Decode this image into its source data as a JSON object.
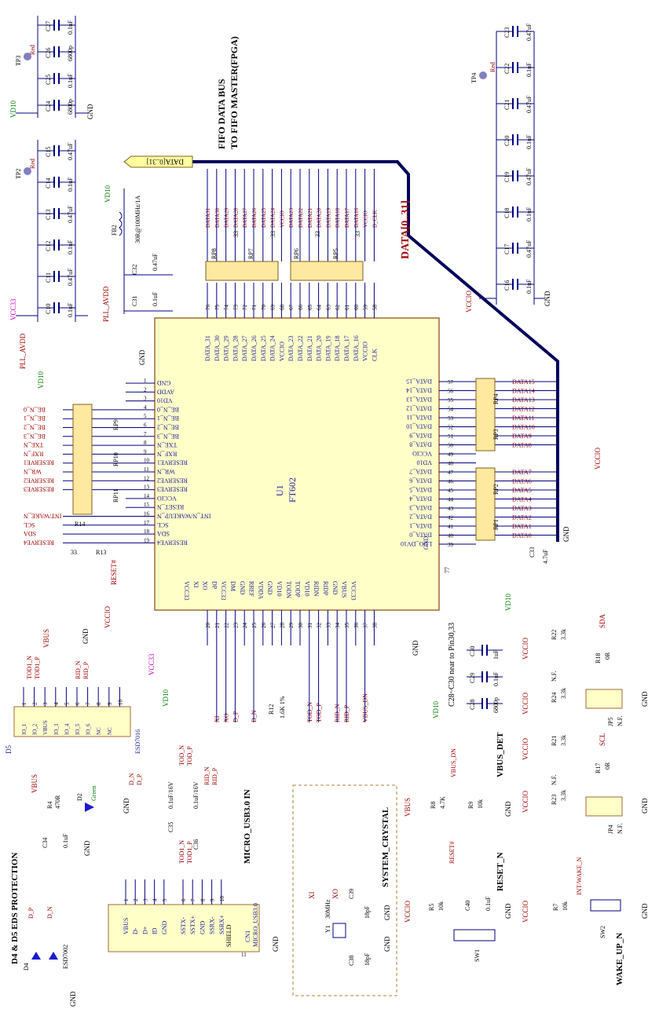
{
  "colors": {
    "chip_fill": "#ffffc8",
    "chip_stroke": "#a06a3a",
    "wire": "#000080",
    "bus": "#00005a",
    "red_text": "#a00000",
    "blue_text": "#1a1a9a",
    "pwr_vccio": "#c00000",
    "pwr_vd10": "#00a000",
    "pwr_vcc33": "#c000c0",
    "res_pack": "#ffe9a0"
  },
  "sections": {
    "fifo_bus_line1": "FIFO DATA BUS",
    "fifo_bus_line2": "TO FIFO MASTER(FPGA)",
    "protection": "D4 & D5 EDS PROTECTION",
    "micro_usb": "MICRO_USB3.0 IN",
    "system_crystal": "SYSTEM_CRYSTAL",
    "vbus_det": "VBUS_DET",
    "reset_n": "RESET_N",
    "wake_up_n": "WAKE_UP_N",
    "c28_note": "C28~C30 near to Pin30,33"
  },
  "main_chip": {
    "ref": "U1",
    "part": "FT602"
  },
  "bus_label": "DATA[0..31]",
  "bus_port": "DATA[0..31]",
  "power": {
    "vccio": "VCCIO",
    "vd10": "VD10",
    "vcc33": "VCC33",
    "pll_avdd": "PLL_AVDD",
    "vbus": "VBUS",
    "gnd": "GND"
  },
  "top_pins": {
    "numbers": [
      "76",
      "75",
      "74",
      "73",
      "72",
      "71",
      "70",
      "69",
      "68",
      "67",
      "66",
      "65",
      "64",
      "63",
      "62",
      "61",
      "60",
      "59",
      "58"
    ],
    "names": [
      "DATA_31",
      "DATA_30",
      "DATA_29",
      "DATA_28",
      "DATA_27",
      "DATA_26",
      "DATA_25",
      "DATA_24",
      "VCCIO",
      "DATA_23",
      "DATA_22",
      "DATA_21",
      "DATA_20",
      "DATA_19",
      "DATA_18",
      "DATA_17",
      "DATA_16",
      "VCCIO",
      "CLK"
    ],
    "nets": [
      "DATA31",
      "DATA30",
      "DATA29",
      "DATA28",
      "DATA27",
      "DATA26",
      "DATA25",
      "DATA24",
      "VCCIO",
      "DATA23",
      "DATA22",
      "DATA21",
      "DATA20",
      "DATA19",
      "DATA18",
      "DATA17",
      "DATA16",
      "VCCIO",
      "D_CLK"
    ]
  },
  "left_pins": {
    "numbers": [
      "1",
      "2",
      "3",
      "4",
      "5",
      "6",
      "7",
      "8",
      "9",
      "10",
      "11",
      "12",
      "13",
      "14",
      "15",
      "16",
      "17",
      "18",
      "19"
    ],
    "names": [
      "GND",
      "AVDD",
      "VD10",
      "BE_N_0",
      "BE_N_1",
      "BE_N_2",
      "BE_N_3",
      "TXE_N",
      "RXF_N",
      "RESERVE1",
      "WR_N",
      "RESERVE2",
      "RESERVE3",
      "VCCIO",
      "RESET_N",
      "INT_N/WAKEUP_N",
      "SCL",
      "SDA",
      "RESERVE4"
    ],
    "nets": [
      "",
      "",
      "",
      "BE_N_0",
      "BE_N_1",
      "BE_N_2",
      "BE_N_3",
      "TXE_N",
      "RXF_N",
      "RESERVE1",
      "WR_N",
      "RESERVE2",
      "RESERVE3",
      "",
      "",
      "INT/WAKE_N",
      "SCL",
      "SDA",
      "RESERVE4"
    ]
  },
  "right_pins": {
    "numbers": [
      "57",
      "56",
      "55",
      "54",
      "53",
      "52",
      "51",
      "50",
      "49",
      "48",
      "47",
      "46",
      "45",
      "44",
      "43",
      "42",
      "41",
      "40",
      "39"
    ],
    "names": [
      "DATA_15",
      "DATA_14",
      "DATA_13",
      "DATA_12",
      "DATA_11",
      "DATA_10",
      "DATA_9",
      "DATA_8",
      "VCCIO",
      "VD10",
      "DATA_7",
      "DATA_6",
      "DATA_5",
      "DATA_4",
      "DATA_3",
      "DATA_2",
      "DATA_1",
      "DATA_0",
      "LDO_DV10"
    ],
    "nets": [
      "DATA15",
      "DATA14",
      "DATA13",
      "DATA12",
      "DATA11",
      "DATA10",
      "DATA9",
      "DATA8",
      "",
      "",
      "DATA7",
      "DATA6",
      "DATA5",
      "DATA4",
      "DATA3",
      "DATA2",
      "DATA1",
      "DATA0",
      ""
    ],
    "gnd_pin": "77",
    "gnd_name": "GND"
  },
  "bottom_pins": {
    "numbers": [
      "20",
      "21",
      "22",
      "23",
      "24",
      "25",
      "26",
      "27",
      "28",
      "29",
      "30",
      "31",
      "32",
      "33",
      "34",
      "35",
      "36",
      "37",
      "38"
    ],
    "names": [
      "VCC33",
      "XI",
      "XO",
      "DP",
      "VCC33",
      "DM",
      "GND",
      "RREF",
      "VDDA",
      "GND",
      "VD10",
      "TODN",
      "TODP",
      "VD10",
      "RIDN",
      "RIDP",
      "GND",
      "VBUS",
      "VCC33"
    ],
    "nets": [
      "",
      "XI",
      "XO",
      "D_P",
      "",
      "D_N",
      "",
      "",
      "",
      "",
      "",
      "TOD_N",
      "TOD_P",
      "",
      "RID_N",
      "RID_P",
      "",
      "VBUS_DN",
      ""
    ]
  },
  "res_packs": [
    {
      "ref": "RP8",
      "val": "33"
    },
    {
      "ref": "RP7",
      "val": "33"
    },
    {
      "ref": "RP6",
      "val": "33"
    },
    {
      "ref": "RP5",
      "val": "33"
    },
    {
      "ref": "RP4",
      "val": "33"
    },
    {
      "ref": "RP3",
      "val": "33"
    },
    {
      "ref": "RP2",
      "val": "33"
    },
    {
      "ref": "RP1",
      "val": "33"
    },
    {
      "ref": "RP9",
      "val": "33"
    },
    {
      "ref": "RP10",
      "val": "33"
    },
    {
      "ref": "RP11",
      "val": "33"
    }
  ],
  "caps_left_top": [
    {
      "ref": "C27",
      "val": "0.1uF"
    },
    {
      "ref": "C26",
      "val": "6800p"
    },
    {
      "ref": "C25",
      "val": "0.1uF"
    },
    {
      "ref": "C24",
      "val": "6800p"
    }
  ],
  "caps_left_mid": [
    {
      "ref": "C15",
      "val": "0.47uF"
    },
    {
      "ref": "C14",
      "val": "0.1uF"
    },
    {
      "ref": "C13",
      "val": "0.47uF"
    },
    {
      "ref": "C12",
      "val": "0.1uF"
    },
    {
      "ref": "C11",
      "val": "0.47uF"
    },
    {
      "ref": "C10",
      "val": "0.1uF"
    }
  ],
  "caps_right_top": [
    {
      "ref": "C23",
      "val": "0.47uF"
    },
    {
      "ref": "C22",
      "val": "0.1uF"
    },
    {
      "ref": "C21",
      "val": "0.47uF"
    },
    {
      "ref": "C20",
      "val": "0.1uF"
    },
    {
      "ref": "C19",
      "val": "0.47uF"
    },
    {
      "ref": "C18",
      "val": "0.1uF"
    },
    {
      "ref": "C17",
      "val": "0.47uF"
    },
    {
      "ref": "C16",
      "val": "0.1uF"
    }
  ],
  "test_points": [
    {
      "ref": "TP3",
      "val": "Red"
    },
    {
      "ref": "TP2",
      "val": "Red"
    },
    {
      "ref": "TP4",
      "val": "Red"
    }
  ],
  "pll": {
    "fb_ref": "FB2",
    "fb_val": "30R@100MHz/1A",
    "c32": "C32",
    "c32_val": "0.47uF",
    "c31": "C31",
    "c31_val": "0.1uF"
  },
  "misc_res": [
    {
      "ref": "R14",
      "val": "33"
    },
    {
      "ref": "R13",
      "val": "33"
    },
    {
      "ref": "R12",
      "val": "1.6K 1%"
    },
    {
      "ref": "R4",
      "val": "470R"
    },
    {
      "ref": "R8",
      "val": "4.7K"
    },
    {
      "ref": "R9",
      "val": "10k"
    },
    {
      "ref": "R5",
      "val": "10k"
    },
    {
      "ref": "R7",
      "val": "10k"
    },
    {
      "ref": "R22",
      "val": "3.3k"
    },
    {
      "ref": "R24",
      "val": "3.3k"
    },
    {
      "ref": "R18",
      "val": "0R"
    },
    {
      "ref": "R21",
      "val": "3.3k"
    },
    {
      "ref": "R23",
      "val": "3.3k"
    },
    {
      "ref": "R17",
      "val": "0R"
    }
  ],
  "nf": "N.F.",
  "c33": {
    "ref": "C33",
    "val": "4.7uF"
  },
  "c28_30": [
    {
      "ref": "C30",
      "val": "1uF"
    },
    {
      "ref": "C29",
      "val": "0.1uF"
    },
    {
      "ref": "C28",
      "val": "6800p"
    }
  ],
  "usb_caps": [
    {
      "ref": "C35",
      "val": "0.1uF/16V"
    },
    {
      "ref": "C36",
      "val": "0.1uF/16V"
    }
  ],
  "d5": {
    "ref": "D5",
    "part": "ESD7016",
    "pins": [
      "IO_1",
      "IO_2",
      "VBUS",
      "IO_3",
      "IO_4",
      "IO_5",
      "IO_6",
      "NC",
      "NC"
    ],
    "nums": [
      "1",
      "2",
      "3",
      "4",
      "5",
      "6",
      "7",
      "8",
      "9",
      "10"
    ],
    "nets": [
      "TOD1_N",
      "TOD1_P",
      "RID_N",
      "RID_P"
    ]
  },
  "cn1": {
    "ref": "CN1",
    "part": "MICRO_USB3.0",
    "pins": [
      "VBUS",
      "D-",
      "D+",
      "ID",
      "GND",
      "SSTX-",
      "SSTX+",
      "GND",
      "SSRX-",
      "SSRX+"
    ],
    "shield": "SHIELD",
    "nums": [
      "1",
      "2",
      "3",
      "4",
      "5",
      "6",
      "7",
      "8",
      "9",
      "10",
      "11"
    ]
  },
  "d4": {
    "ref": "D4",
    "part": "ESD7002"
  },
  "d2": {
    "ref": "D2",
    "val": "Green"
  },
  "c34": {
    "ref": "C34",
    "val": "0.1uF"
  },
  "crystal": {
    "ref": "Y1",
    "val": "30MHz",
    "c39": "C39",
    "c39_val": "18pF",
    "c38": "C38",
    "c38_val": "18pF"
  },
  "c40": {
    "ref": "C40",
    "val": "0.1uF"
  },
  "sw1": "SW1",
  "sw2": "SW2",
  "jp5": "JP5",
  "jp4": "JP4",
  "net_labels": {
    "reset_hash": "RESET#",
    "int_wake": "INT/WAKE_N",
    "sda": "SDA",
    "scl": "SCL",
    "vbus_dn": "VBUS_DN",
    "xi": "XI",
    "xo": "XO",
    "d_p": "D_P",
    "d_n": "D_N",
    "tod_n": "TOD_N",
    "tod_p": "TOD_P",
    "rid_n": "RID_N",
    "rid_p": "RID_P",
    "tod1_n": "TOD1_N",
    "tod1_p": "TOD1_P"
  }
}
